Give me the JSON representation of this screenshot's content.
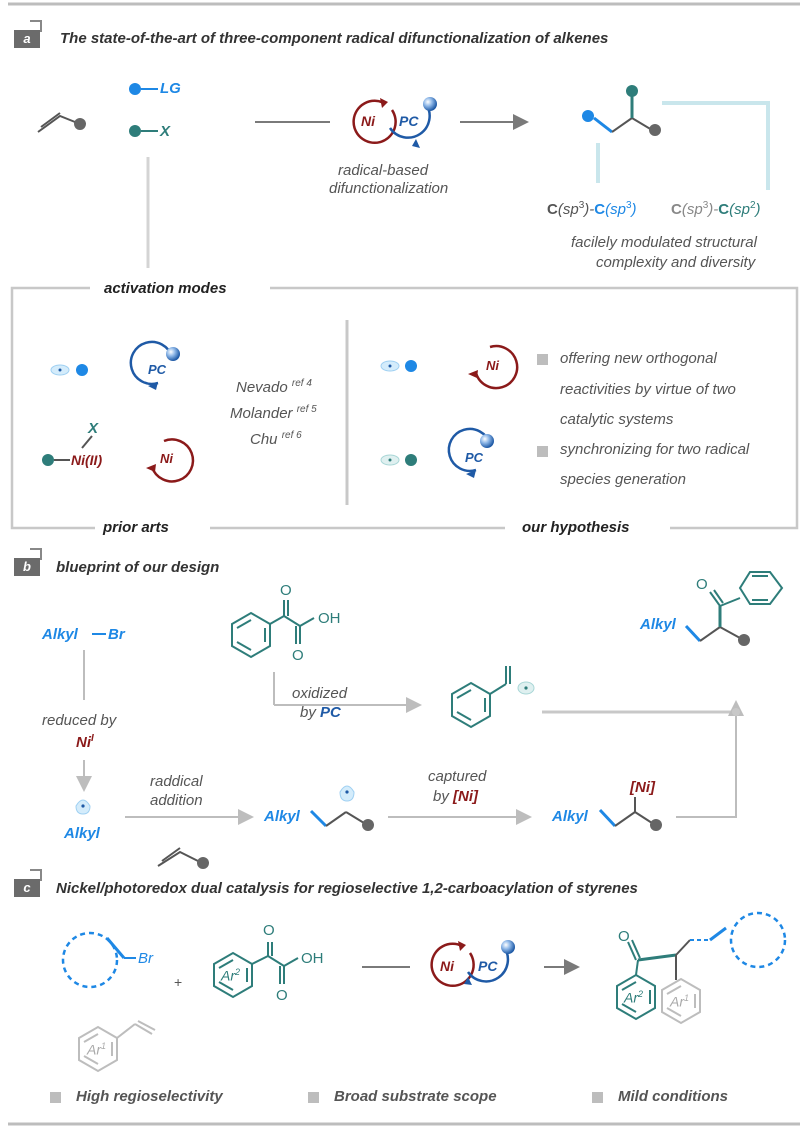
{
  "panel_a": {
    "label": "a",
    "title": "The state-of-the-art of three-component radical difunctionalization of alkenes",
    "lg": "LG",
    "x": "X",
    "center_caption_1": "radical-based",
    "center_caption_2": "difunctionalization",
    "ni": "Ni",
    "pc": "PC",
    "bond1_c1": "C",
    "bond1_mid": "(sp",
    "bond1_sup": "3",
    "bond1_end": ")-",
    "bond1_c2": "C",
    "bond1_mid2": "(sp",
    "bond1_sup2": "3",
    "bond1_end2": ")",
    "bond2_c1": "C",
    "bond2_mid": "(sp",
    "bond2_sup": "3",
    "bond2_end": ")-",
    "bond2_c2": "C",
    "bond2_mid2": "(sp",
    "bond2_sup2": "2",
    "bond2_end2": ")",
    "modulated_1": "facilely modulated structural",
    "modulated_2": "complexity and diversity",
    "activation_modes": "activation modes",
    "nevado": "Nevado",
    "nevado_ref": "ref 4",
    "molander": "Molander",
    "molander_ref": "ref 5",
    "chu": "Chu",
    "chu_ref": "ref 6",
    "x_ligand": "X",
    "ni_ii": "Ni(II)",
    "hyp_1a": "offering new orthogonal",
    "hyp_1b": "reactivities by virtue of two",
    "hyp_1c": "catalytic systems",
    "hyp_2a": "synchronizing for two radical",
    "hyp_2b": "species generation",
    "prior_arts": "prior arts",
    "our_hypothesis": "our hypothesis"
  },
  "panel_b": {
    "label": "b",
    "title": "blueprint of our design",
    "alkyl_br_1": "Alkyl",
    "alkyl_br_2": "Br",
    "o": "O",
    "oh": "OH",
    "reduced_1": "reduced by",
    "reduced_ni": "Ni",
    "reduced_sup": "I",
    "oxidized_1": "oxidized",
    "oxidized_2": "by",
    "oxidized_pc": "PC",
    "alkyl_radical": "Alkyl",
    "raddical_1": "raddical",
    "raddical_2": "addition",
    "alkyl_mid": "Alkyl",
    "captured_1": "captured",
    "captured_2": "by",
    "captured_ni": "[Ni]",
    "alkyl_ni": "Alkyl",
    "ni_label": "[Ni]",
    "alkyl_prod": "Alkyl",
    "o_prod": "O"
  },
  "panel_c": {
    "label": "c",
    "title": "Nickel/photoredox dual catalysis for regioselective 1,2-carboacylation of styrenes",
    "br": "Br",
    "plus": "+",
    "o": "O",
    "oh": "OH",
    "ar2": "Ar",
    "ar2_sup": "2",
    "ar1": "Ar",
    "ar1_sup": "1",
    "ni": "Ni",
    "pc": "PC",
    "o_prod": "O",
    "feature_1": "High regioselectivity",
    "feature_2": "Broad substrate scope",
    "feature_3": "Mild conditions"
  },
  "colors": {
    "blue": "#1e88e5",
    "teal": "#2e7d7a",
    "red": "#8b1a1a",
    "navy": "#1f5aa6",
    "gray": "#c8c8c8"
  }
}
